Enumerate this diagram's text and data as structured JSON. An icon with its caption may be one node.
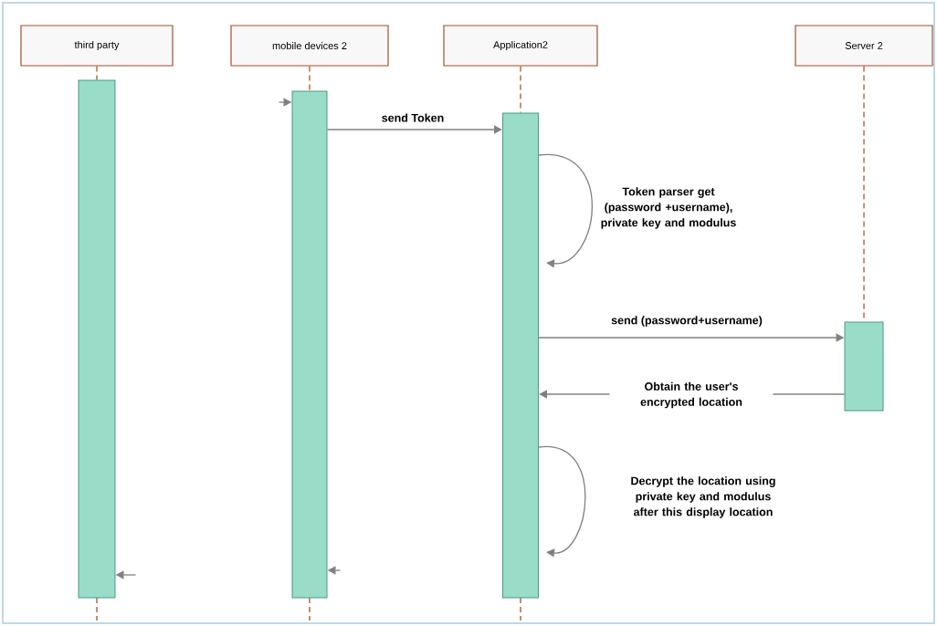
{
  "diagram": {
    "nodes": [
      {
        "text": [
          "third party"
        ]
      },
      {
        "text": [
          "mobile devices 2"
        ]
      },
      {
        "text": [
          "Application2"
        ]
      },
      {
        "text": [
          "Server 2"
        ]
      },
      {
        "text": [],
        "shape": "bar"
      },
      {
        "text": [],
        "shape": "bar"
      },
      {
        "text": [],
        "shape": "bar"
      },
      {
        "text": [],
        "shape": "bar"
      }
    ],
    "edges": [
      {
        "from": 0,
        "to": 4,
        "arrow": "none",
        "style": "dashed",
        "color": "#b5541f"
      },
      {
        "from": 1,
        "to": 5,
        "arrow": "none",
        "style": "dashed",
        "color": "#b5541f"
      },
      {
        "from": 2,
        "to": 6,
        "arrow": "none",
        "style": "dashed",
        "color": "#b5541f"
      },
      {
        "from": 3,
        "to": 7,
        "arrow": "none",
        "style": "dashed",
        "color": "#b5541f"
      },
      {
        "from": null,
        "to": 5,
        "arrow": "to"
      },
      {
        "from": 5,
        "to": 6,
        "arrow": "to",
        "label": "send Token"
      },
      {
        "from": 6,
        "to": 6,
        "arrow": "to",
        "label": "Token parser get (password +username), private key and modulus"
      },
      {
        "from": 6,
        "to": 7,
        "arrow": "to",
        "label": "send (password+username)"
      },
      {
        "from": 7,
        "to": 6,
        "arrow": "to",
        "label": "Obtain the user's encrypted location"
      },
      {
        "from": 6,
        "to": 6,
        "arrow": "to",
        "label": "Decrypt the location using private key and modulus after this display location"
      },
      {
        "from": null,
        "to": 4,
        "arrow": "to"
      },
      {
        "from": null,
        "to": 5,
        "arrow": "to"
      }
    ]
  }
}
